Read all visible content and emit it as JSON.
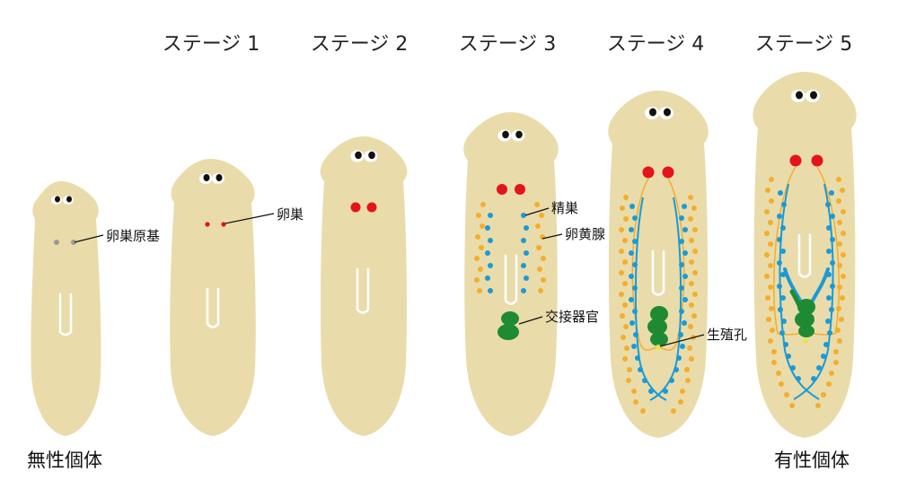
{
  "stages": [
    {
      "label": "ステージ 1"
    },
    {
      "label": "ステージ 2"
    },
    {
      "label": "ステージ 3"
    },
    {
      "label": "ステージ 4"
    },
    {
      "label": "ステージ 5"
    }
  ],
  "labels": {
    "asexual": "無性個体",
    "sexual": "有性個体",
    "ovary_primordium": "卵巣原基",
    "ovary": "卵巣",
    "testis": "精巣",
    "yolk_gland": "卵黄腺",
    "copulatory_organ": "交接器官",
    "genital_pore": "生殖孔"
  },
  "colors": {
    "body": "#e9dcaa",
    "ovary": "#e4141b",
    "ovary_primordium": "#9a9a9a",
    "testis": "#1a9ad7",
    "yolk_gland": "#f5ad2d",
    "copulatory_organ": "#1f8a34",
    "genital_pore": "#e8e44a",
    "pharynx": "#ffffff"
  }
}
